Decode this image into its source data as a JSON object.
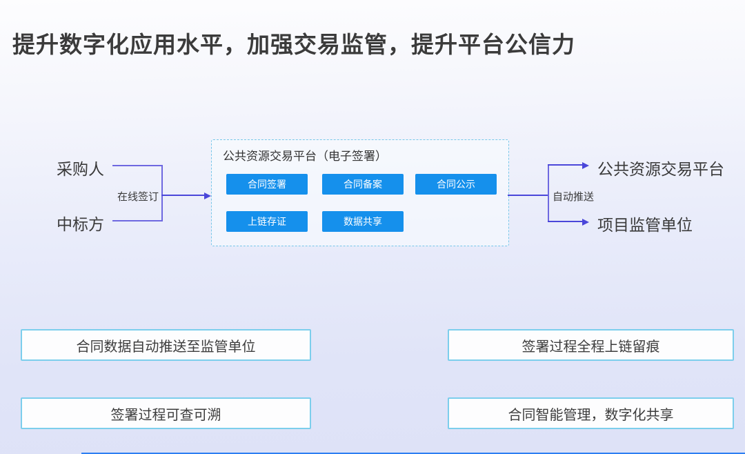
{
  "title": "提升数字化应用水平，加强交易监管，提升平台公信力",
  "flow": {
    "parties": [
      "采购人",
      "中标方"
    ],
    "sign_label": "在线签订",
    "platform": {
      "title": "公共资源交易平台（电子签署）",
      "buttons": [
        "合同签署",
        "合同备案",
        "合同公示",
        "上链存证",
        "数据共享"
      ]
    },
    "push_label": "自动推送",
    "targets": [
      "公共资源交易平台",
      "项目监管单位"
    ]
  },
  "features": [
    "合同数据自动推送至监管单位",
    "签署过程全程上链留痕",
    "签署过程可查可溯",
    "合同智能管理，数字化共享"
  ],
  "colors": {
    "button_blue": "#1590ec",
    "arrow_purple": "#4a46d9",
    "line_purple": "#6e68e0",
    "box_border_cyan": "#76c6e9",
    "title_text": "#3b3b3b",
    "background_bottom": "#dee2f7"
  }
}
